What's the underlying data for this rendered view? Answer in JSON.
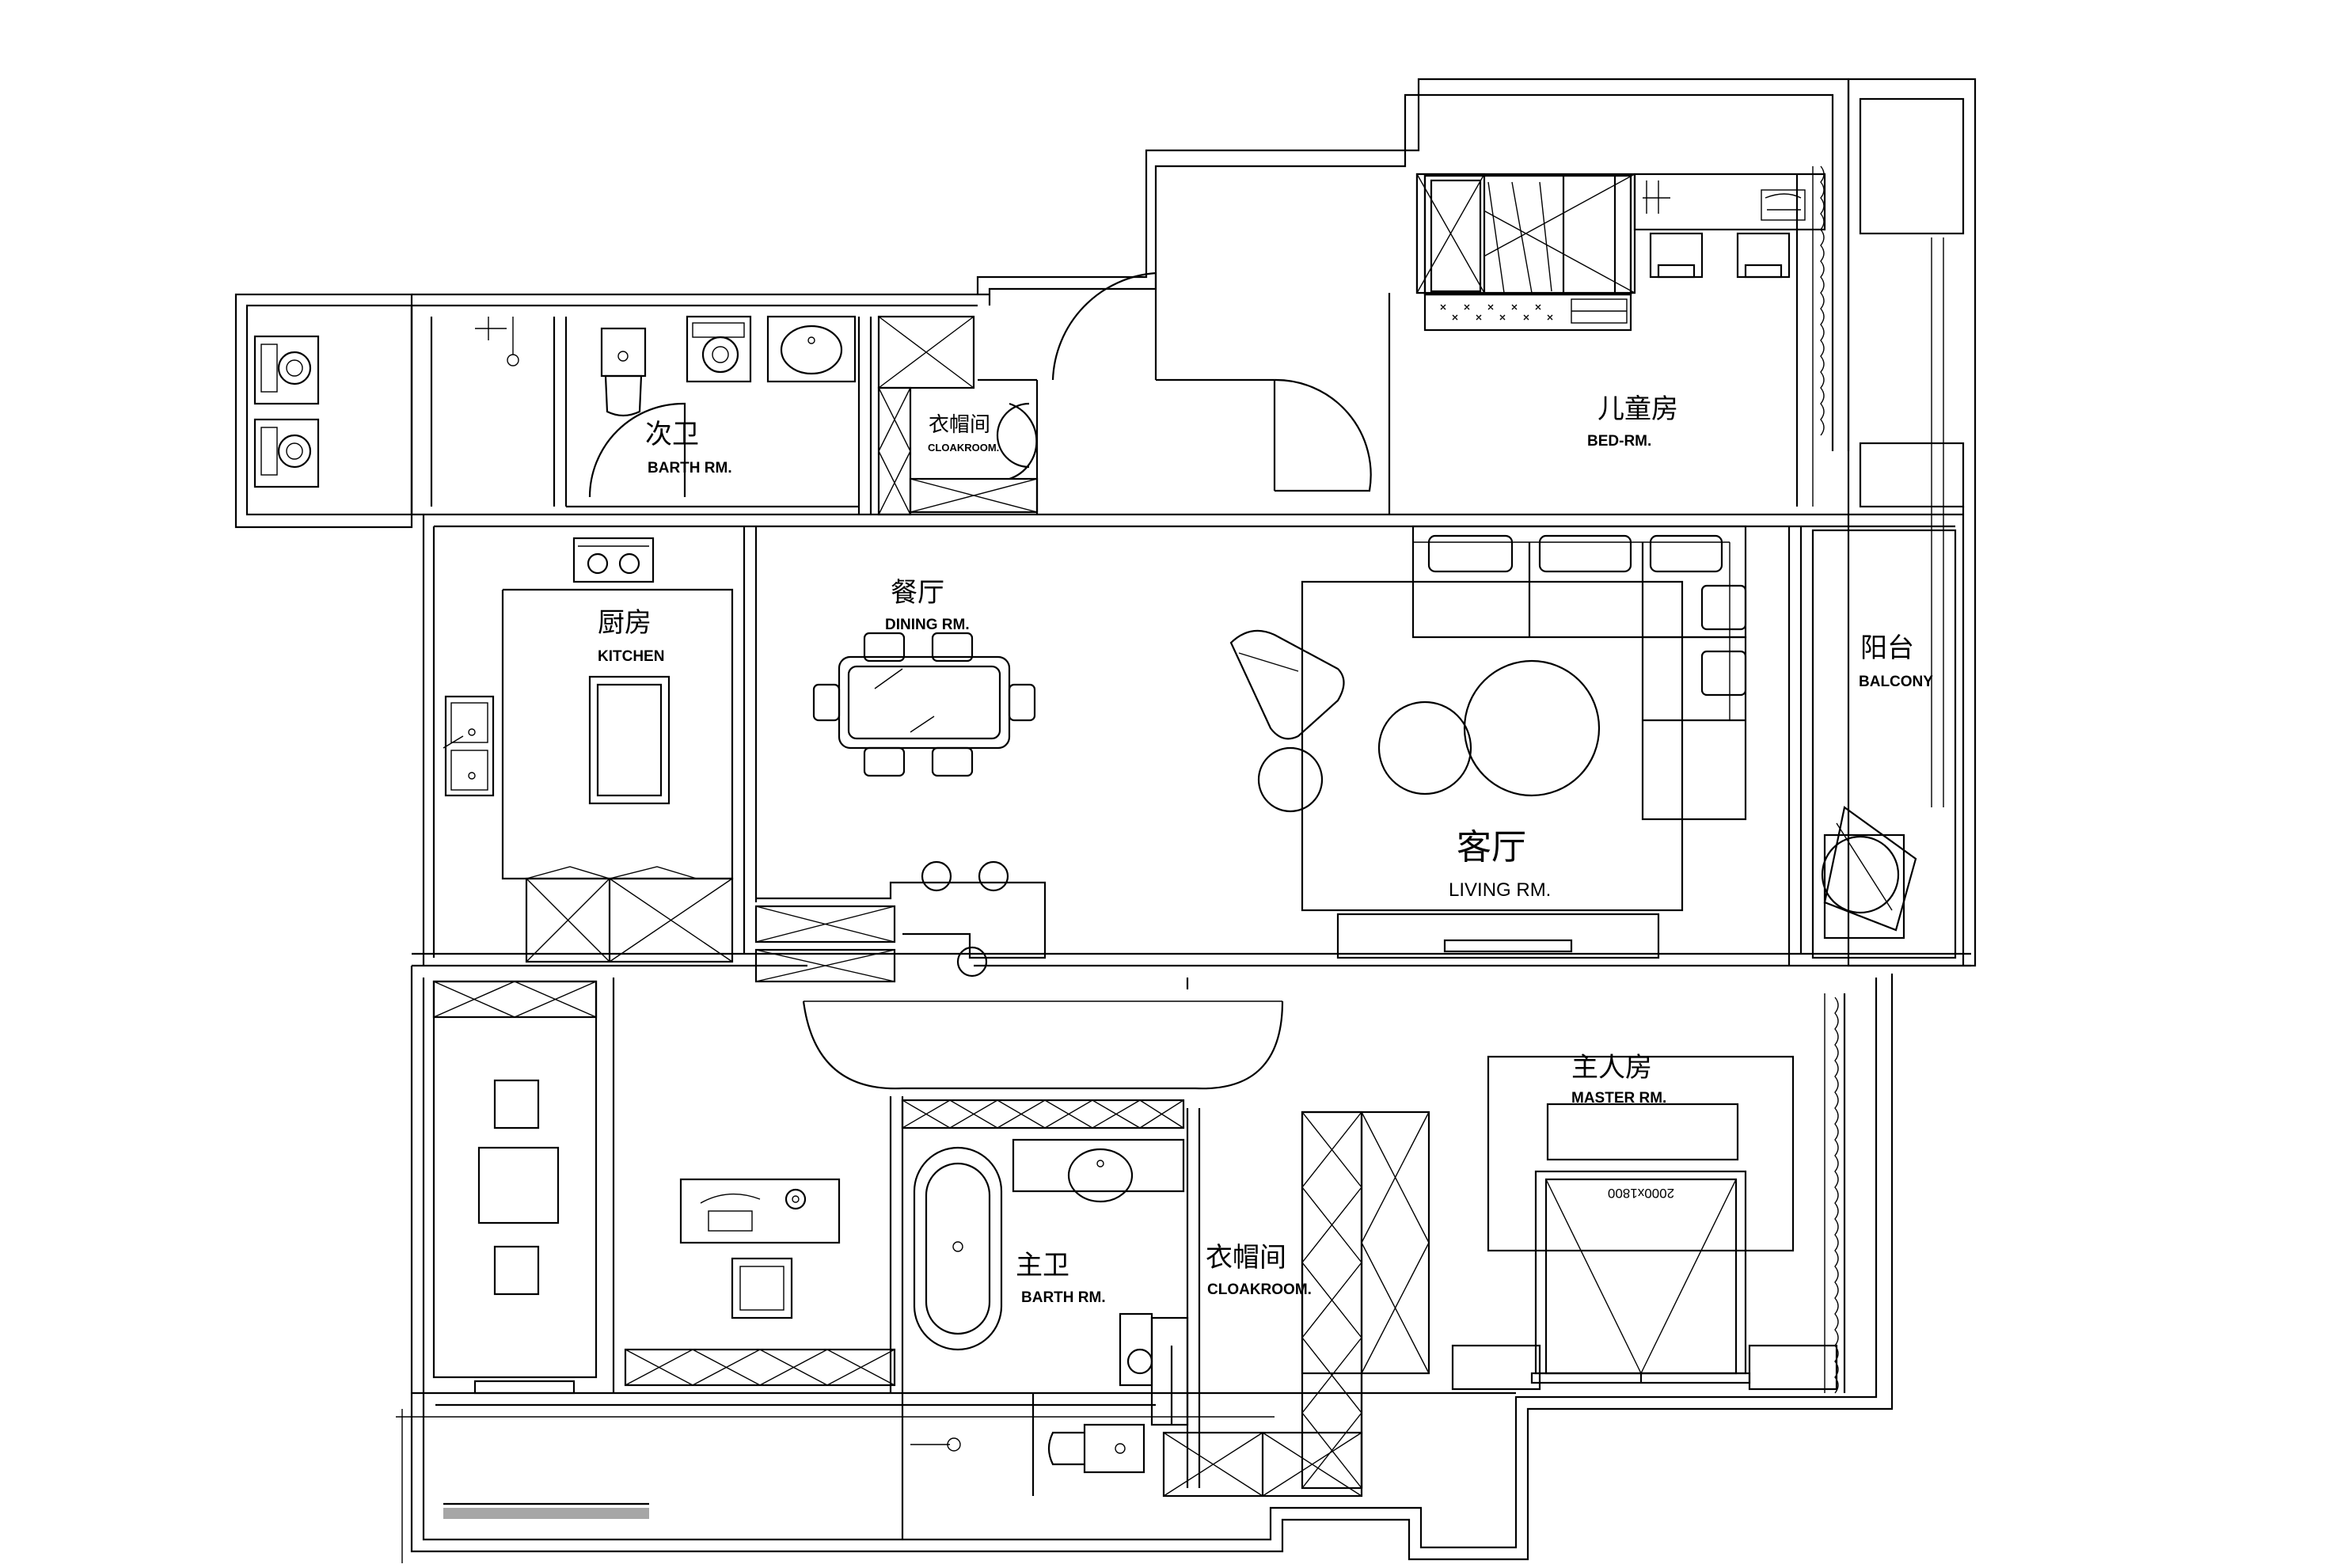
{
  "rooms": {
    "secondary_bath": {
      "zh": "次卫",
      "en": "BARTH RM."
    },
    "cloakroom_top": {
      "zh": "衣帽间",
      "en": "CLOAKROOM."
    },
    "kids_room": {
      "zh": "儿童房",
      "en": "BED-RM."
    },
    "kitchen": {
      "zh": "厨房",
      "en": "KITCHEN"
    },
    "dining": {
      "zh": "餐厅",
      "en": "DINING RM."
    },
    "living": {
      "zh": "客厅",
      "en": "LIVING RM."
    },
    "balcony": {
      "zh": "阳台",
      "en": "BALCONY"
    },
    "master_room": {
      "zh": "主人房",
      "en": "MASTER RM."
    },
    "master_bath": {
      "zh": "主卫",
      "en": "BARTH RM."
    },
    "cloakroom_master": {
      "zh": "衣帽间",
      "en": "CLOAKROOM."
    }
  },
  "bed_size": "2000x1800"
}
